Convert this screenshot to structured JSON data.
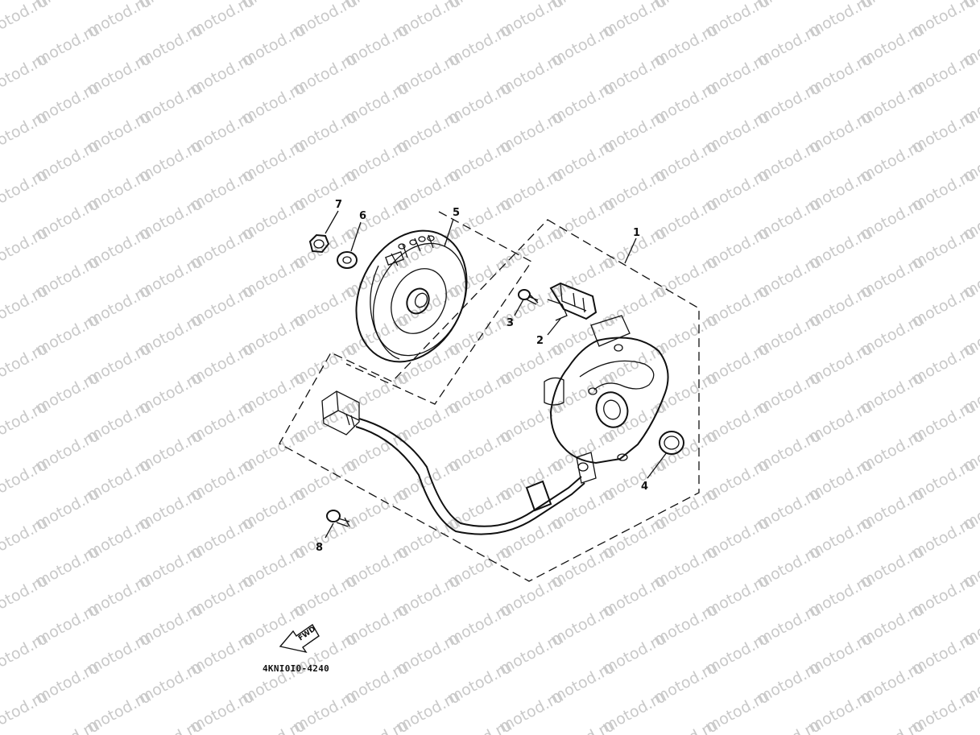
{
  "watermark": {
    "text": "motod.ru",
    "color": "#c9c9c9"
  },
  "callouts": [
    "1",
    "2",
    "3",
    "4",
    "5",
    "6",
    "7",
    "8"
  ],
  "direction_marker": {
    "text": "FWD"
  },
  "diagram_code": "4KNI0I0-4240",
  "parts": [
    "stator-plate-assembly",
    "pickup-coil",
    "screw",
    "oil-seal",
    "flywheel-rotor",
    "washer",
    "nut",
    "screw"
  ]
}
